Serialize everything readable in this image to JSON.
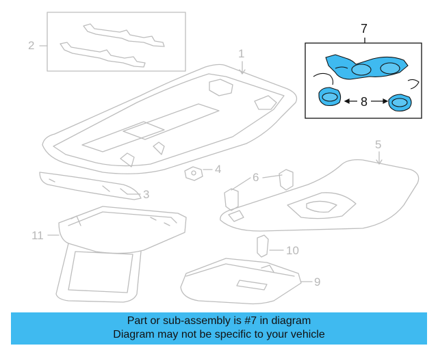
{
  "diagram": {
    "callouts": {
      "c1": "1",
      "c2": "2",
      "c3": "3",
      "c4": "4",
      "c5": "5",
      "c6": "6",
      "c7": "7",
      "c8": "8",
      "c9": "9",
      "c10": "10",
      "c11": "11"
    },
    "highlight_color": "#3fbaf0",
    "ghost_color": "#bdbdbd"
  },
  "banner": {
    "line1": "Part or sub-assembly is #7 in diagram",
    "line2": "Diagram may not be specific to your vehicle",
    "background": "#3fbaf0"
  }
}
